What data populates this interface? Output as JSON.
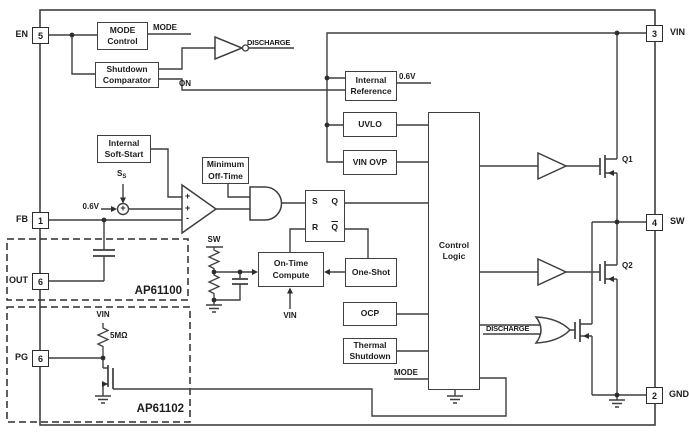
{
  "device": {
    "variant_top": "AP61100",
    "variant_bottom": "AP61102"
  },
  "pins": {
    "en": {
      "number": "5",
      "name": "EN"
    },
    "fb": {
      "number": "1",
      "name": "FB"
    },
    "out": {
      "number": "6",
      "name": "OUT"
    },
    "pg": {
      "number": "6",
      "name": "PG"
    },
    "vin": {
      "number": "3",
      "name": "VIN"
    },
    "sw": {
      "number": "4",
      "name": "SW"
    },
    "gnd": {
      "number": "2",
      "name": "GND"
    }
  },
  "blocks": {
    "mode_control": "MODE\nControl",
    "shutdown_comparator": "Shutdown\nComparator",
    "internal_reference": "Internal\nReference",
    "uvlo": "UVLO",
    "vin_ovp": "VIN OVP",
    "internal_soft_start": "Internal\nSoft-Start",
    "minimum_off_time": "Minimum\nOff-Time",
    "on_time_compute": "On-Time\nCompute",
    "one_shot": "One-Shot",
    "control_logic": "Control\nLogic",
    "ocp": "OCP",
    "thermal_shutdown": "Thermal\nShutdown"
  },
  "latch": {
    "s": "S",
    "r": "R",
    "q": "Q",
    "qbar": "Q"
  },
  "comparator": {
    "plus_top": "+",
    "plus_mid": "+",
    "minus": "-"
  },
  "summing": {
    "sign": "+"
  },
  "signals": {
    "mode_top": "MODE",
    "discharge_top": "DISCHARGE",
    "on": "ON",
    "ref_out": "0.6V",
    "ref_in": "0.6V",
    "soft_start_base": "S",
    "soft_start_sub": "S",
    "sw_divider": "SW",
    "vin_on_time": "VIN",
    "vin_pg": "VIN",
    "pg_pullup": "5MΩ",
    "mode_bottom": "MODE",
    "discharge_bottom": "DISCHARGE",
    "q1": "Q1",
    "q2": "Q2"
  },
  "colors": {
    "line": "#3f3f3f",
    "text": "#1c1c1c",
    "background": "#ffffff"
  }
}
